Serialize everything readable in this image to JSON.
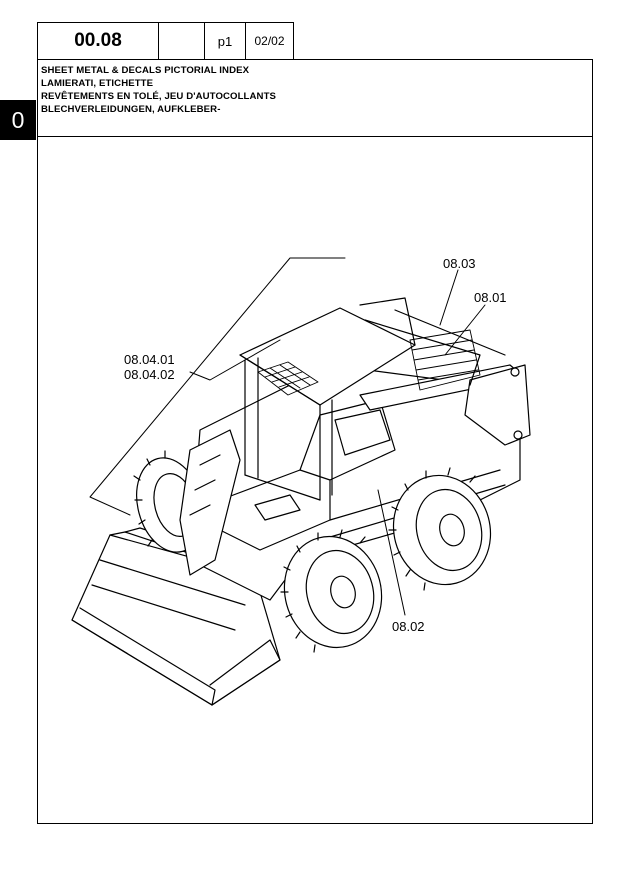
{
  "header": {
    "section_code": "00.08",
    "blank_cell": "",
    "page": "p1",
    "sheet": "02/02"
  },
  "title_lines": [
    "SHEET METAL & DECALS PICTORIAL INDEX",
    "LAMIERATI, ETICHETTE",
    "REVÊTEMENTS EN TOLÉ, JEU D'AUTOCOLLANTS",
    "BLECHVERLEIDUNGEN, AUFKLEBER-"
  ],
  "section_tab": "0",
  "callouts": {
    "c1": "08.03",
    "c2": "08.01",
    "c3a": "08.04.01",
    "c3b": "08.04.02",
    "c4": "08.02"
  }
}
